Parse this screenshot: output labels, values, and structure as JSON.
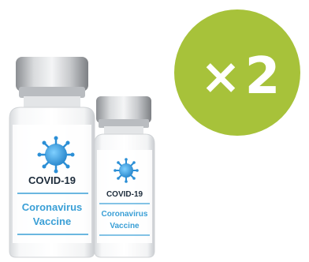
{
  "badge": {
    "multiplier_symbol": "×",
    "count": "2",
    "color": "#a7c23a"
  },
  "vial_large": {
    "icon": "coronavirus-icon",
    "title": "COVID-19",
    "line1": "Coronavirus",
    "line2": "Vaccine"
  },
  "vial_small": {
    "icon": "coronavirus-icon",
    "title": "COVID-19",
    "line1": "Coronavirus",
    "line2": "Vaccine"
  },
  "colors": {
    "accent_blue": "#3a9fd6",
    "title_dark": "#1c2b3a"
  }
}
